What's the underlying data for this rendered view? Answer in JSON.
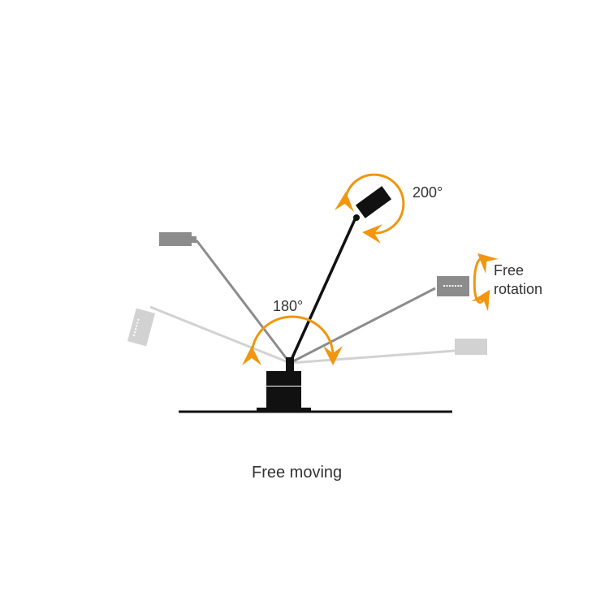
{
  "labels": {
    "rotation_head": "200°",
    "free_rotation_line1": "Free",
    "free_rotation_line2": "rotation",
    "arm_swing": "180°",
    "caption": "Free moving"
  },
  "colors": {
    "accent": "#f0960f",
    "arm_active": "#111111",
    "arm_mid": "#8c8c8c",
    "arm_light": "#cfcfcf"
  }
}
